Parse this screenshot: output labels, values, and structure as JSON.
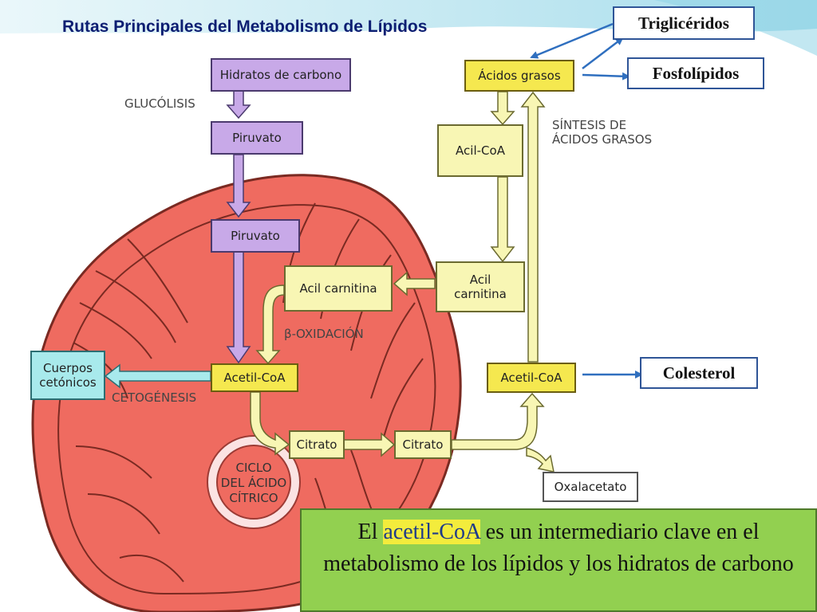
{
  "title": "Rutas Principales del Metabolismo de Lípidos",
  "boxes": {
    "hidratos": "Hidratos de carbono",
    "piruvato_1": "Piruvato",
    "piruvato_2": "Piruvato",
    "acidos_grasos": "Ácidos grasos",
    "acil_coa": "Acil-CoA",
    "acil_carnitina_in": "Acil carnitina",
    "acil_carnitina_out_1": "Acil",
    "acil_carnitina_out_2": "carnitina",
    "acetil_coa_in": "Acetil-CoA",
    "acetil_coa_out": "Acetil-CoA",
    "cuerpos_1": "Cuerpos",
    "cuerpos_2": "cetónicos",
    "citrato_in": "Citrato",
    "citrato_out": "Citrato",
    "oxalacetato": "Oxalacetato"
  },
  "labels": {
    "glucolisis": "GLUCÓLISIS",
    "sintesis_1": "SÍNTESIS DE",
    "sintesis_2": "ÁCIDOS GRASOS",
    "beta_oxidacion": "β-OXIDACIÓN",
    "cetogenesis": "CETOGÉNESIS",
    "ciclo_1": "CICLO",
    "ciclo_2": "DEL ÁCIDO",
    "ciclo_3": "CÍTRICO"
  },
  "callouts": {
    "trigliceridos": "Triglicéridos",
    "fosfolipidos": "Fosfolípidos",
    "colesterol": "Colesterol"
  },
  "note": {
    "prefix": "El ",
    "highlight": "acetil-CoA",
    "rest": " es un intermediario clave en el metabolismo de los lípidos y los hidratos de carbono"
  },
  "colors": {
    "title": "#0c1e72",
    "mitochondrion": "#ef6b60",
    "purple_box": "#c8a9e8",
    "yellow_box": "#f5e84f",
    "pale_box": "#f8f6b4",
    "cyan_box": "#a8eaec",
    "note_bg": "#92d050",
    "highlight": "#f3ec3c",
    "callout_arrow": "#2f6fbf"
  }
}
